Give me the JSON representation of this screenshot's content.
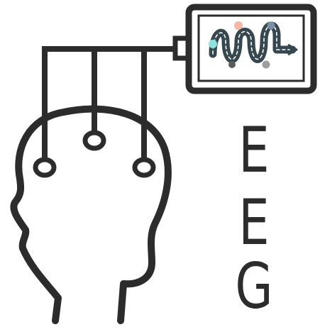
{
  "label": {
    "letters": [
      "E",
      "E",
      "G"
    ]
  },
  "colors": {
    "stroke": "#2c2c2c",
    "background": "#ffffff",
    "screen_border": "#2c2c2c",
    "wave_path": "#37474f",
    "wave_dash": "#ffffff",
    "dot_cyan": "#8fe3dd",
    "dot_peach": "#f4b7a6",
    "dot_slate": "#7a8fa6",
    "dot_gray": "#9e9e9e",
    "dot_dark": "#5b5b5b",
    "arrow": "#37474f"
  },
  "icons": {
    "head": "head-outline-icon",
    "electrode": "electrode-icon",
    "monitor": "monitor-icon",
    "signal_path": "wave-path-icon"
  }
}
